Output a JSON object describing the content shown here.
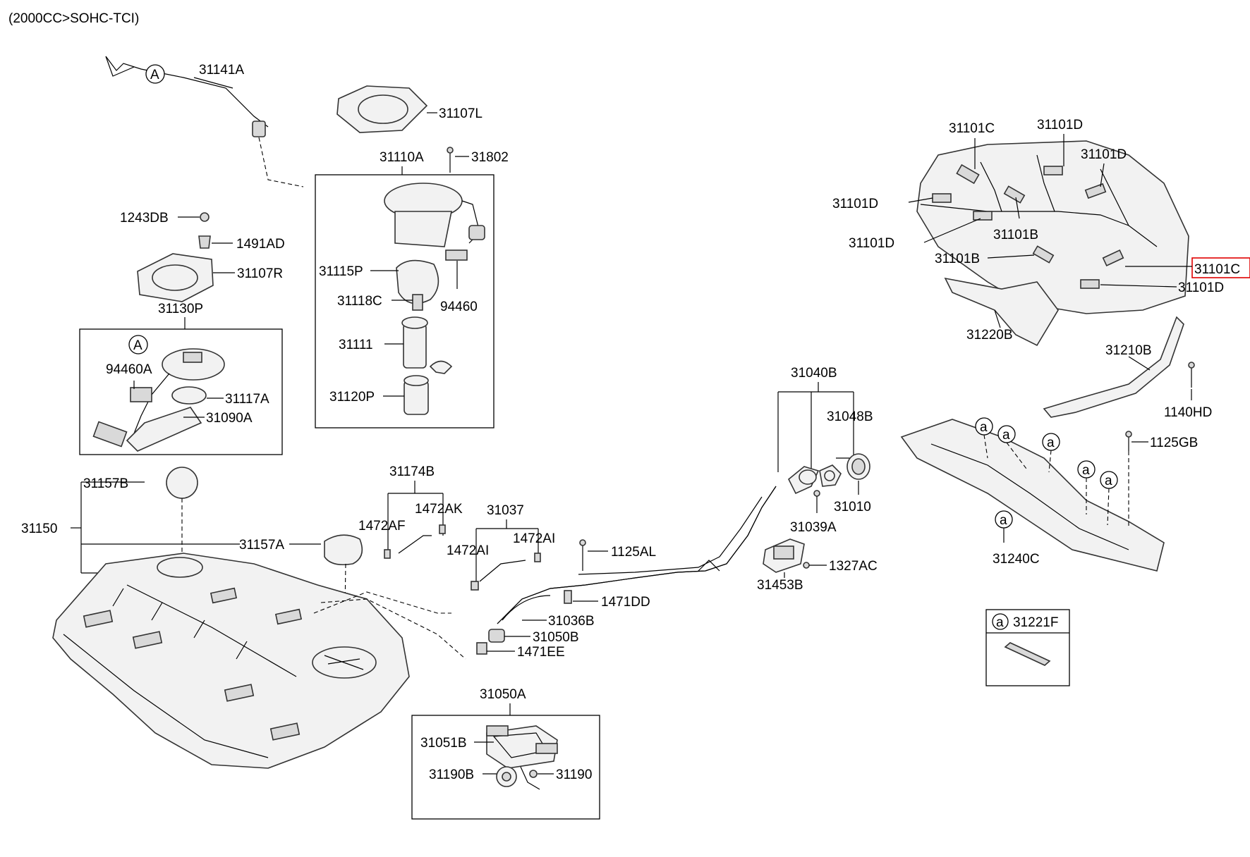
{
  "header": {
    "title": "(2000CC>SOHC-TCI)"
  },
  "callout": {
    "letter_A": "A",
    "letter_a": "a"
  },
  "labels": {
    "p31141A": "31141A",
    "p31107L": "31107L",
    "p31110A": "31110A",
    "p31802": "31802",
    "p1243DB": "1243DB",
    "p1491AD": "1491AD",
    "p31107R": "31107R",
    "p31115P": "31115P",
    "p31118C": "31118C",
    "p94460": "94460",
    "p31130P": "31130P",
    "p31111": "31111",
    "p94460A": "94460A",
    "p31117A": "31117A",
    "p31120P": "31120P",
    "p31090A": "31090A",
    "p31157B": "31157B",
    "p31150": "31150",
    "p31157A": "31157A",
    "p31174B": "31174B",
    "p1472AK": "1472AK",
    "p1472AF": "1472AF",
    "p31037": "31037",
    "p1472AI_1": "1472AI",
    "p1472AI_2": "1472AI",
    "p1125AL": "1125AL",
    "p1471DD": "1471DD",
    "p31036B": "31036B",
    "p31050B": "31050B",
    "p1471EE": "1471EE",
    "p31050A": "31050A",
    "p31051B": "31051B",
    "p31190B": "31190B",
    "p31190": "31190",
    "p31040B": "31040B",
    "p31048B": "31048B",
    "p31010": "31010",
    "p31039A": "31039A",
    "p1327AC": "1327AC",
    "p31453B": "31453B",
    "p31101C_1": "31101C",
    "p31101D_1": "31101D",
    "p31101D_2": "31101D",
    "p31101D_3": "31101D",
    "p31101B_1": "31101B",
    "p31101D_4": "31101D",
    "p31101B_2": "31101B",
    "p31101C_2": "31101C",
    "p31101D_5": "31101D",
    "p31220B": "31220B",
    "p31210B": "31210B",
    "p1140HD": "1140HD",
    "p1125GB": "1125GB",
    "p31240C": "31240C",
    "p31221F": "31221F"
  },
  "colors": {
    "highlight": "#e00000",
    "line": "#000000",
    "part_fill": "#f2f2f2"
  }
}
